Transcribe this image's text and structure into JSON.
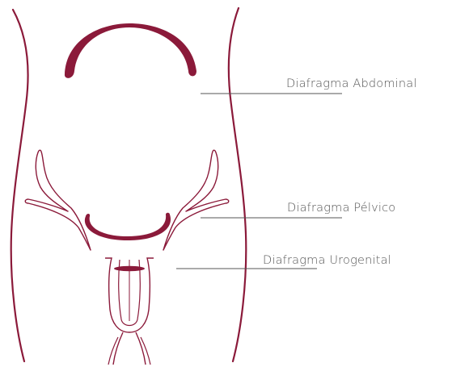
{
  "colors": {
    "anatomy": "#8b1a3a",
    "leader": "#555555",
    "label": "#555555",
    "background": "#ffffff"
  },
  "labels": {
    "abdominal": "Diafragma Abdominal",
    "pelvic": "Diafragma Pélvico",
    "urogenital": "Diafragma Urogenital"
  }
}
